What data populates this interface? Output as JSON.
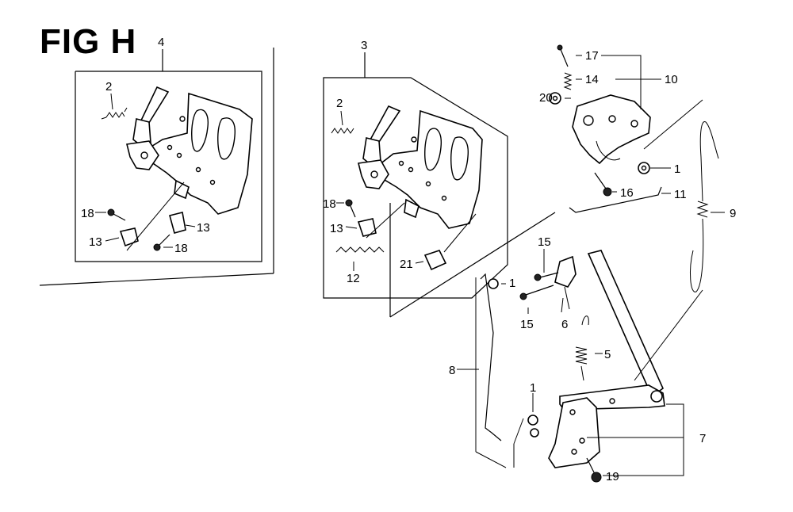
{
  "figure": {
    "title": "FIG H"
  },
  "callouts": {
    "c1a": "1",
    "c1b": "1",
    "c1c": "1",
    "c2a": "2",
    "c2b": "2",
    "c3": "3",
    "c4": "4",
    "c5": "5",
    "c6": "6",
    "c7": "7",
    "c8": "8",
    "c9": "9",
    "c10": "10",
    "c11": "11",
    "c12": "12",
    "c13a": "13",
    "c13b": "13",
    "c13c": "13",
    "c14": "14",
    "c15a": "15",
    "c15b": "15",
    "c16": "16",
    "c17": "17",
    "c18a": "18",
    "c18b": "18",
    "c18c": "18",
    "c19": "19",
    "c20": "20",
    "c21": "21"
  }
}
